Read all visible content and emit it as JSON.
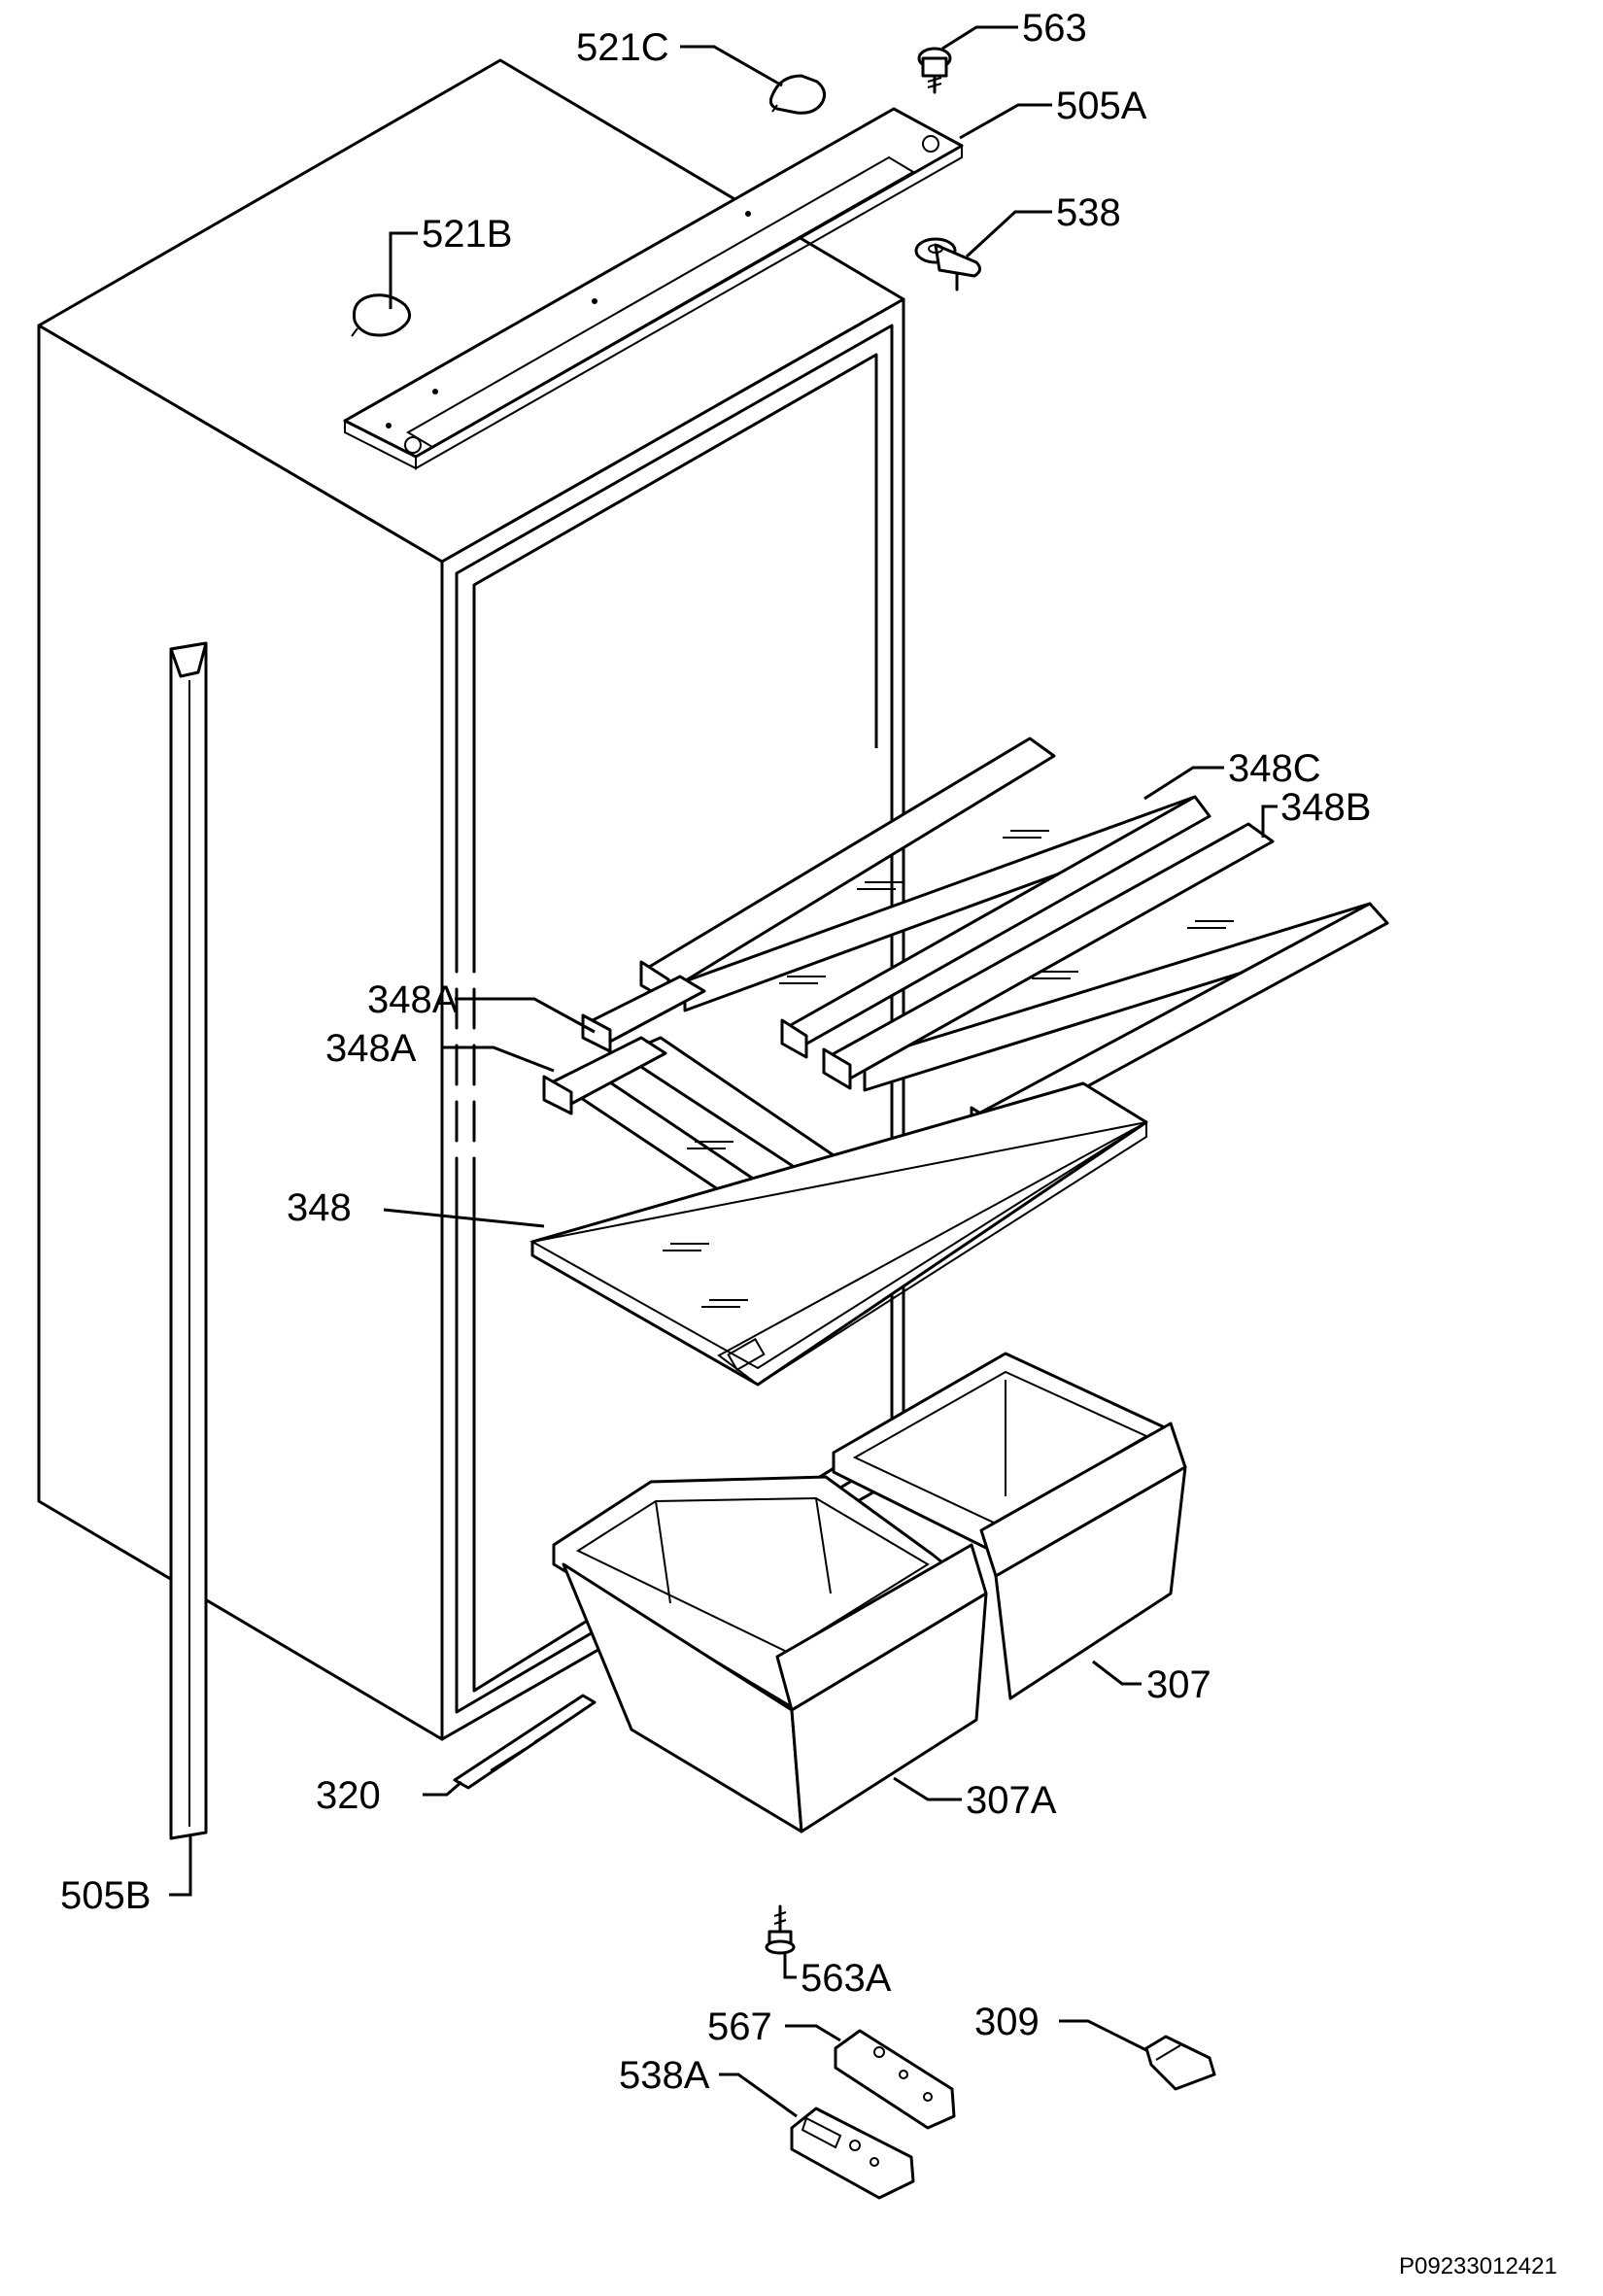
{
  "diagram": {
    "labels": {
      "p521c": "521C",
      "p563": "563",
      "p505a": "505A",
      "p521b": "521B",
      "p538": "538",
      "p348c": "348C",
      "p348b": "348B",
      "p348a_1": "348A",
      "p348a_2": "348A",
      "p348": "348",
      "p307": "307",
      "p320": "320",
      "p307a": "307A",
      "p505b": "505B",
      "p563a": "563A",
      "p567": "567",
      "p309": "309",
      "p538a": "538A"
    },
    "drawing_code": "P09233012421"
  }
}
